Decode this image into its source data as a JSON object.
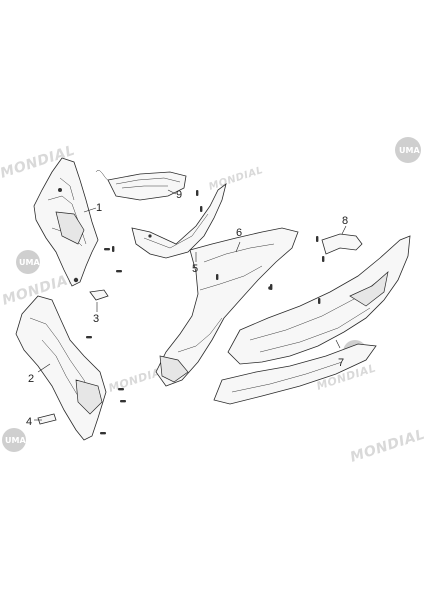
{
  "diagram": {
    "callouts": [
      {
        "id": "callout-1",
        "number": "1"
      },
      {
        "id": "callout-2",
        "number": "2"
      },
      {
        "id": "callout-3",
        "number": "3"
      },
      {
        "id": "callout-4",
        "number": "4"
      },
      {
        "id": "callout-5",
        "number": "5"
      },
      {
        "id": "callout-6",
        "number": "6"
      },
      {
        "id": "callout-7",
        "number": "7"
      },
      {
        "id": "callout-8",
        "number": "8"
      },
      {
        "id": "callout-9",
        "number": "9"
      }
    ],
    "watermarks": {
      "brand_text": "MONDIAL",
      "logo_text": "UMA"
    },
    "colors": {
      "line": "#2a2a2a",
      "watermark": "#d9d9d9",
      "logo": "#cfcfcf"
    }
  }
}
